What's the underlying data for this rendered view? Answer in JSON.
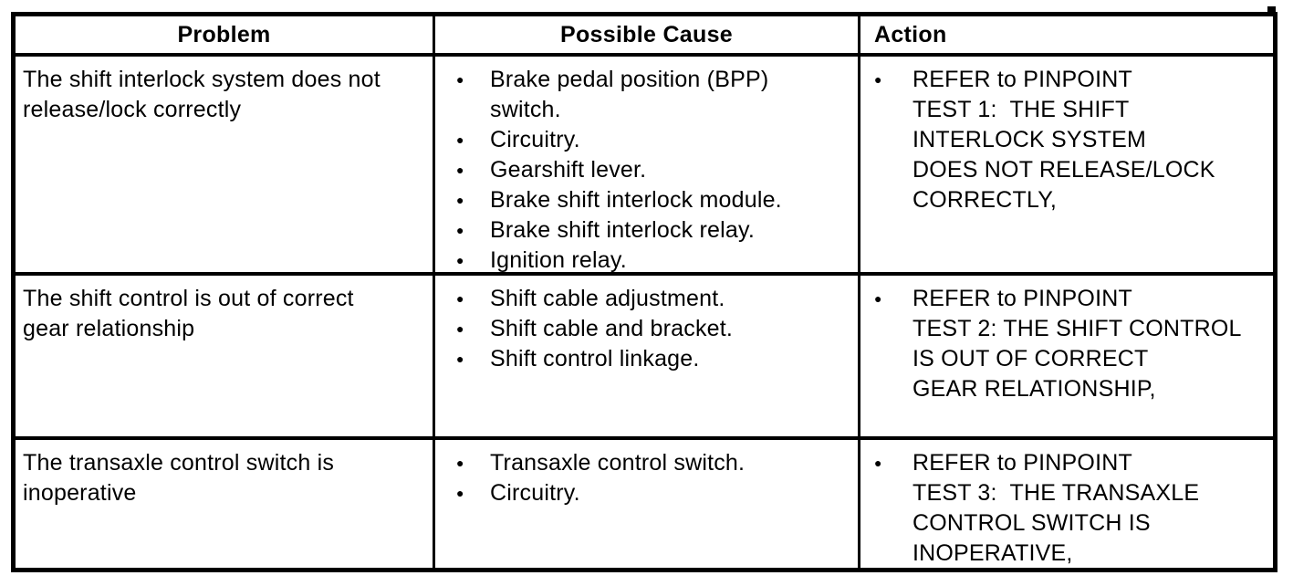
{
  "glyphs": {
    "bullet": "●"
  },
  "colors": {
    "border": "#000000",
    "text": "#000000",
    "page_background": "#ffffff"
  },
  "table": {
    "headers": {
      "problem": "Problem",
      "possible_cause": "Possible Cause",
      "action": "Action"
    },
    "rows": [
      {
        "problem": "The shift interlock system does not\nrelease/lock correctly",
        "causes": [
          "Brake pedal position (BPP)\nswitch.",
          "Circuitry.",
          "Gearshift lever.",
          "Brake shift interlock module.",
          "Brake shift interlock relay.",
          "Ignition relay."
        ],
        "action": "REFER to PINPOINT\nTEST 1:  THE SHIFT\nINTERLOCK SYSTEM\nDOES NOT RELEASE/LOCK\nCORRECTLY,"
      },
      {
        "problem": "The shift control is out of correct\ngear relationship",
        "causes": [
          "Shift cable adjustment.",
          "Shift cable and bracket.",
          "Shift control linkage."
        ],
        "action": "REFER to PINPOINT\nTEST 2: THE SHIFT CONTROL\nIS OUT OF CORRECT\nGEAR RELATIONSHIP,"
      },
      {
        "problem": "The transaxle control switch is\ninoperative",
        "causes": [
          "Transaxle control switch.",
          "Circuitry."
        ],
        "action": "REFER to PINPOINT\nTEST 3:  THE TRANSAXLE\nCONTROL SWITCH IS\nINOPERATIVE,"
      }
    ]
  }
}
